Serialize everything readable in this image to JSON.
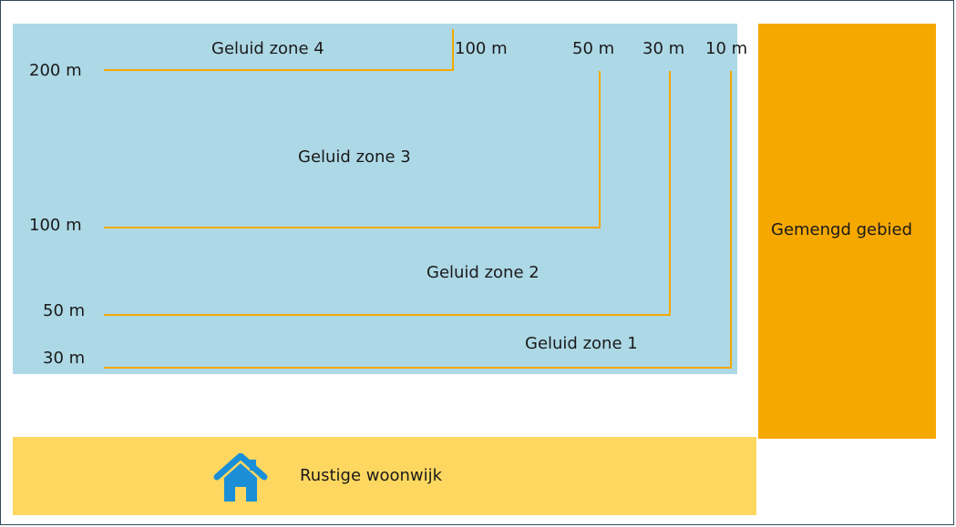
{
  "zones": {
    "zone4": "Geluid zone 4",
    "zone3": "Geluid zone 3",
    "zone2": "Geluid zone 2",
    "zone1": "Geluid zone 1"
  },
  "distances_left": {
    "d200": "200 m",
    "d100": "100 m",
    "d50": "50 m",
    "d30": "30 m"
  },
  "distances_top": {
    "d100": "100 m",
    "d50": "50 m",
    "d30": "30 m",
    "d10": "10 m"
  },
  "mixed_area": "Gemengd gebied",
  "residential_area": "Rustige woonwijk",
  "colors": {
    "zone_fill": "#add8e6",
    "mixed_fill": "#f5a800",
    "residential_fill": "#fdd75f",
    "boundary_line": "#f5a800",
    "house_icon": "#1a8fd8"
  }
}
